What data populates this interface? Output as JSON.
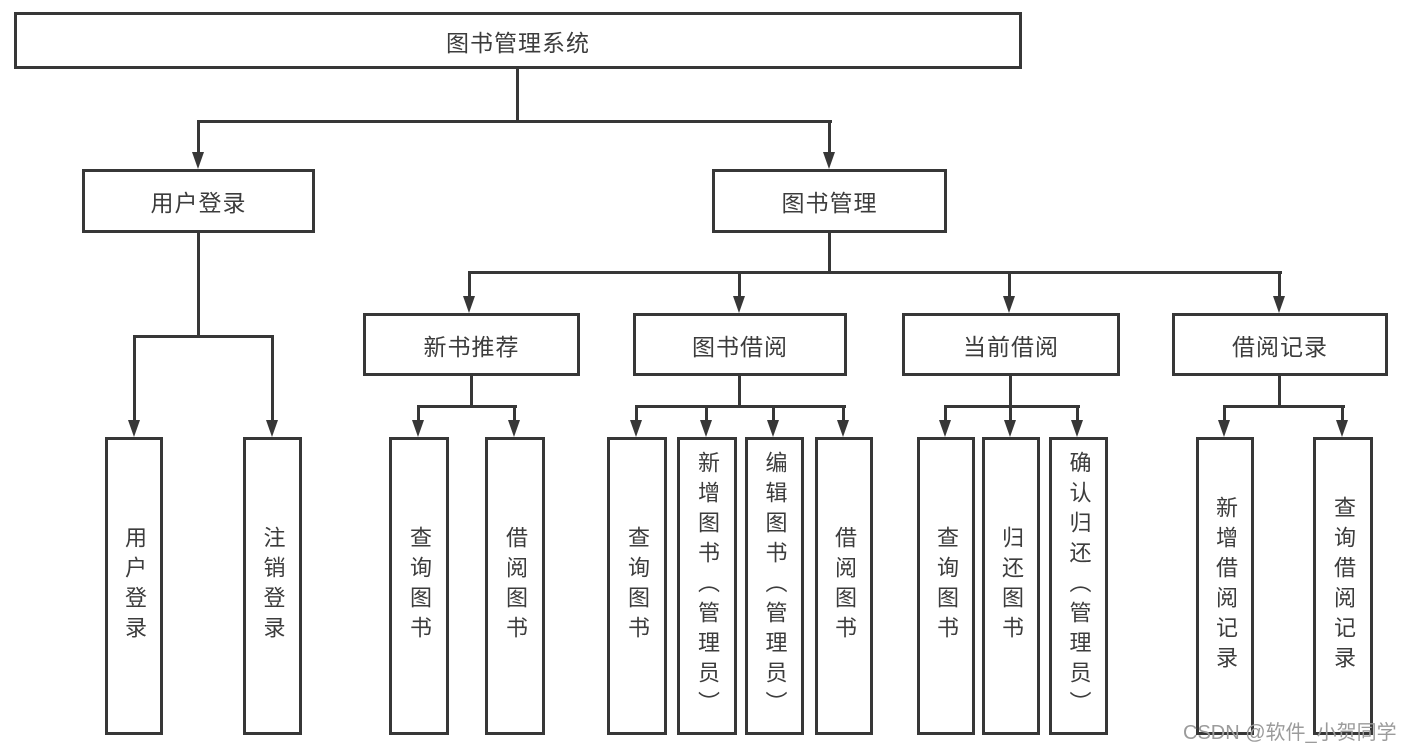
{
  "nodes": {
    "root": "图书管理系统",
    "user_login_branch": "用户登录",
    "book_mgmt_branch": "图书管理",
    "new_book_rec": "新书推荐",
    "book_borrow": "图书借阅",
    "current_borrow": "当前借阅",
    "borrow_records": "借阅记录",
    "leaf_user_login": "用户登录",
    "leaf_logout": "注销登录",
    "leaf_nbr_query_books": "查询图书",
    "leaf_nbr_borrow_books": "借阅图书",
    "leaf_bb_query_books": "查询图书",
    "leaf_bb_add_books_admin": "新增图书（管理员）",
    "leaf_bb_edit_books_admin": "编辑图书（管理员）",
    "leaf_bb_borrow_books": "借阅图书",
    "leaf_cb_query_books": "查询图书",
    "leaf_cb_return_books": "归还图书",
    "leaf_cb_confirm_return_admin": "确认归还（管理员）",
    "leaf_br_add_record": "新增借阅记录",
    "leaf_br_query_record": "查询借阅记录"
  },
  "watermark": "CSDN @软件_小贺同学",
  "colors": {
    "line": "#373737",
    "text": "#3c3c3c",
    "watermark": "#9b9b9b",
    "background": "#ffffff"
  }
}
